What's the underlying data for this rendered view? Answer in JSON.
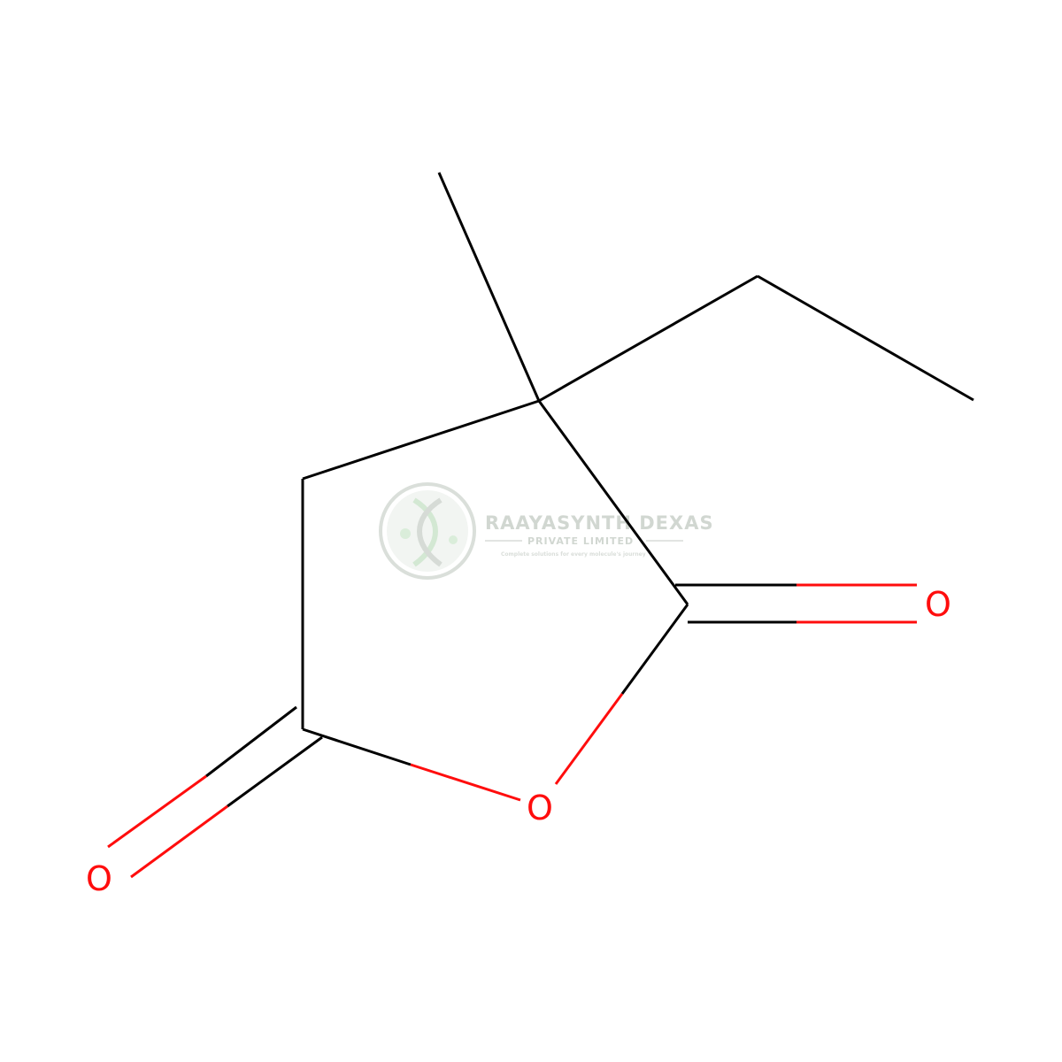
{
  "molecule": {
    "atoms": [
      {
        "id": "C_methyl",
        "element": "C",
        "label": ""
      },
      {
        "id": "C_quat",
        "element": "C",
        "label": ""
      },
      {
        "id": "C_ethyl_ch2",
        "element": "C",
        "label": ""
      },
      {
        "id": "C_ethyl_ch3",
        "element": "C",
        "label": ""
      },
      {
        "id": "C_ring_ch2",
        "element": "C",
        "label": ""
      },
      {
        "id": "C_carbonyl_left",
        "element": "C",
        "label": ""
      },
      {
        "id": "C_carbonyl_right",
        "element": "C",
        "label": ""
      },
      {
        "id": "O_ring",
        "element": "O",
        "label": "O"
      },
      {
        "id": "O_carbonyl_right",
        "element": "O",
        "label": "O"
      },
      {
        "id": "O_carbonyl_left",
        "element": "O",
        "label": "O"
      }
    ],
    "bonds": [
      {
        "from": "C_methyl",
        "to": "C_quat",
        "order": 1
      },
      {
        "from": "C_quat",
        "to": "C_ethyl_ch2",
        "order": 1
      },
      {
        "from": "C_ethyl_ch2",
        "to": "C_ethyl_ch3",
        "order": 1
      },
      {
        "from": "C_quat",
        "to": "C_ring_ch2",
        "order": 1
      },
      {
        "from": "C_ring_ch2",
        "to": "C_carbonyl_left",
        "order": 1
      },
      {
        "from": "C_quat",
        "to": "C_carbonyl_right",
        "order": 1
      },
      {
        "from": "C_carbonyl_right",
        "to": "O_ring",
        "order": 1
      },
      {
        "from": "O_ring",
        "to": "C_carbonyl_left",
        "order": 1
      },
      {
        "from": "C_carbonyl_right",
        "to": "O_carbonyl_right",
        "order": 2
      },
      {
        "from": "C_carbonyl_left",
        "to": "O_carbonyl_left",
        "order": 2
      }
    ]
  },
  "colors": {
    "carbon_bond": "#000000",
    "oxygen": "#ff0d0d",
    "watermark": "#c9d1c9"
  },
  "watermark": {
    "title": "RAAYASYNTH DEXAS",
    "subtitle": "PRIVATE LIMITED",
    "tagline": "Complete solutions for every molecule's journey",
    "icon": "dna-helix-logo-icon"
  }
}
